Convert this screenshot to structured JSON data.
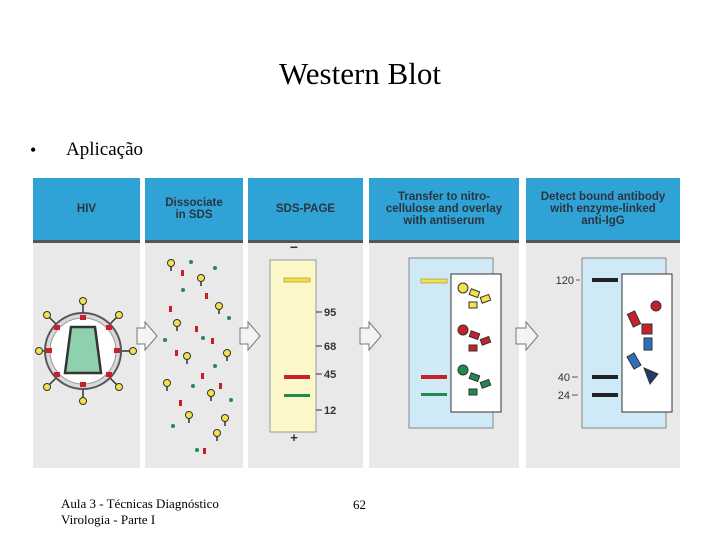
{
  "slide": {
    "title": "Western Blot",
    "bullet_symbol": "•",
    "bullet_text": "Aplicação"
  },
  "figure": {
    "panels": [
      {
        "id": "hiv",
        "header": "HIV"
      },
      {
        "id": "dissociate",
        "header": "Dissociate\nin SDS"
      },
      {
        "id": "sds-page",
        "header": "SDS-PAGE",
        "markers": [
          "95",
          "68",
          "45",
          "12"
        ],
        "top_sign": "−",
        "bottom_sign": "+"
      },
      {
        "id": "transfer",
        "header": "Transfer to nitro-\ncellulose and overlay\nwith antiserum"
      },
      {
        "id": "detect",
        "header": "Detect bound antibody\nwith enzyme-linked\nanti-IgG",
        "markers": [
          "120",
          "40",
          "24"
        ]
      }
    ],
    "colors": {
      "header_blue": "#2fa3d6",
      "yellow_band": "#f3e24a",
      "red_band": "#c8202a",
      "green_band": "#1e8a4e",
      "membrane": "#cfe9f7"
    }
  },
  "footer": {
    "left_text": "Aula 3 - Técnicas Diagnóstico Virologia - Parte I",
    "page_number": "62"
  }
}
